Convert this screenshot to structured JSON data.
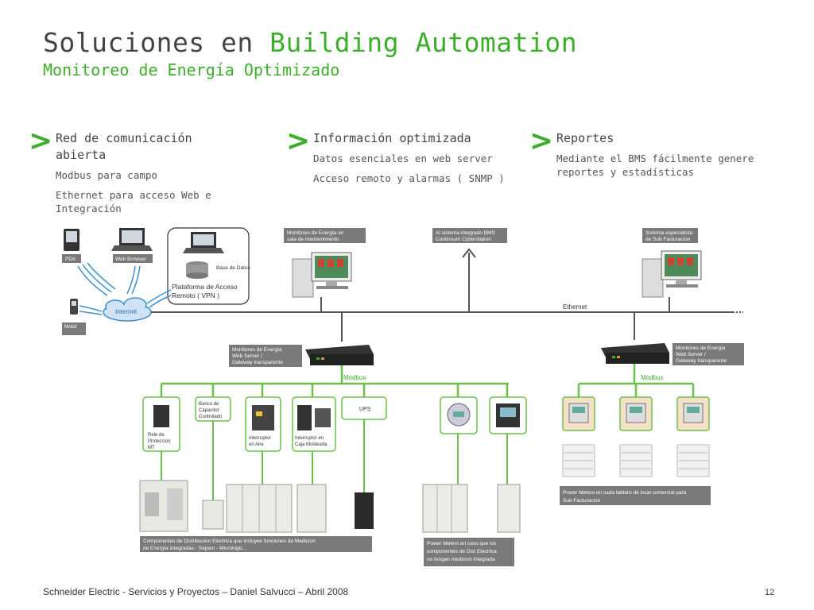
{
  "header": {
    "title_part1": "Soluciones en",
    "title_part2": "Building Automation",
    "subtitle": "Monitoreo de Energía Optimizado"
  },
  "columns": [
    {
      "heading": "Red de comunicación abierta",
      "items": [
        "Modbus para campo",
        "Ethernet para acceso Web e Integración"
      ]
    },
    {
      "heading": "Información optimizada",
      "items": [
        "Datos esenciales en web server",
        "Acceso remoto y alarmas ( SNMP )"
      ]
    },
    {
      "heading": "Reportes",
      "items": [
        "Mediante el BMS fácilmente genere reportes y estadísticas"
      ]
    }
  ],
  "diagram": {
    "pda": "PDA",
    "web_browser": "Web Browser",
    "internet": "Internet",
    "mobil": "Mobil",
    "base_datos": "Base de Datos",
    "plataforma": [
      "Plataforma de Acceso",
      "Remoto ( VPN )"
    ],
    "monitoreo_sala": [
      "Monitoreo de Energía en",
      "sala de mantenimiento"
    ],
    "bms": [
      "Al sistema integrado BMS",
      "Continuum Cyberstation"
    ],
    "sub_fact": [
      "Sistema especialista",
      "de Sub Facturacion"
    ],
    "ethernet": "Ethernet",
    "gateway_left": [
      "Monitoreo de Energía",
      "Web Server /",
      "Gateway transparente"
    ],
    "gateway_right": [
      "Monitoreo de Energía",
      "Web Server /",
      "Gateway transparente"
    ],
    "modbus": "Modbus",
    "rele": [
      "Rele de",
      "Proteccion",
      "MT"
    ],
    "banco": [
      "Banco de",
      "Capacitor",
      "Controlado"
    ],
    "interruptor_aire": [
      "Interruptor",
      "en Aire"
    ],
    "interruptor_caja": [
      "Interruptor en",
      "Caja Moldeada"
    ],
    "ups": "UPS",
    "componentes": [
      "Componentes de Distribucion Electrica que incluyen funciones de Medicion",
      "de Energía integradas - Sepam - Micrologic..."
    ],
    "power_meters_caso": [
      "Power Meters en caso que los",
      "componentes de Dist Electrica",
      "no tengan medicion integrada"
    ],
    "power_meters_tablero": [
      "Power Meters en cada tablero de local comercial para",
      "Sub Facturacion"
    ]
  },
  "footer": {
    "text": "Schneider Electric - Servicios y Proyectos – Daniel Salvucci – Abril 2008",
    "page": "12"
  },
  "colors": {
    "accent": "#3dae2b",
    "label_box": "#7a7a7a",
    "bus": "#555555"
  }
}
